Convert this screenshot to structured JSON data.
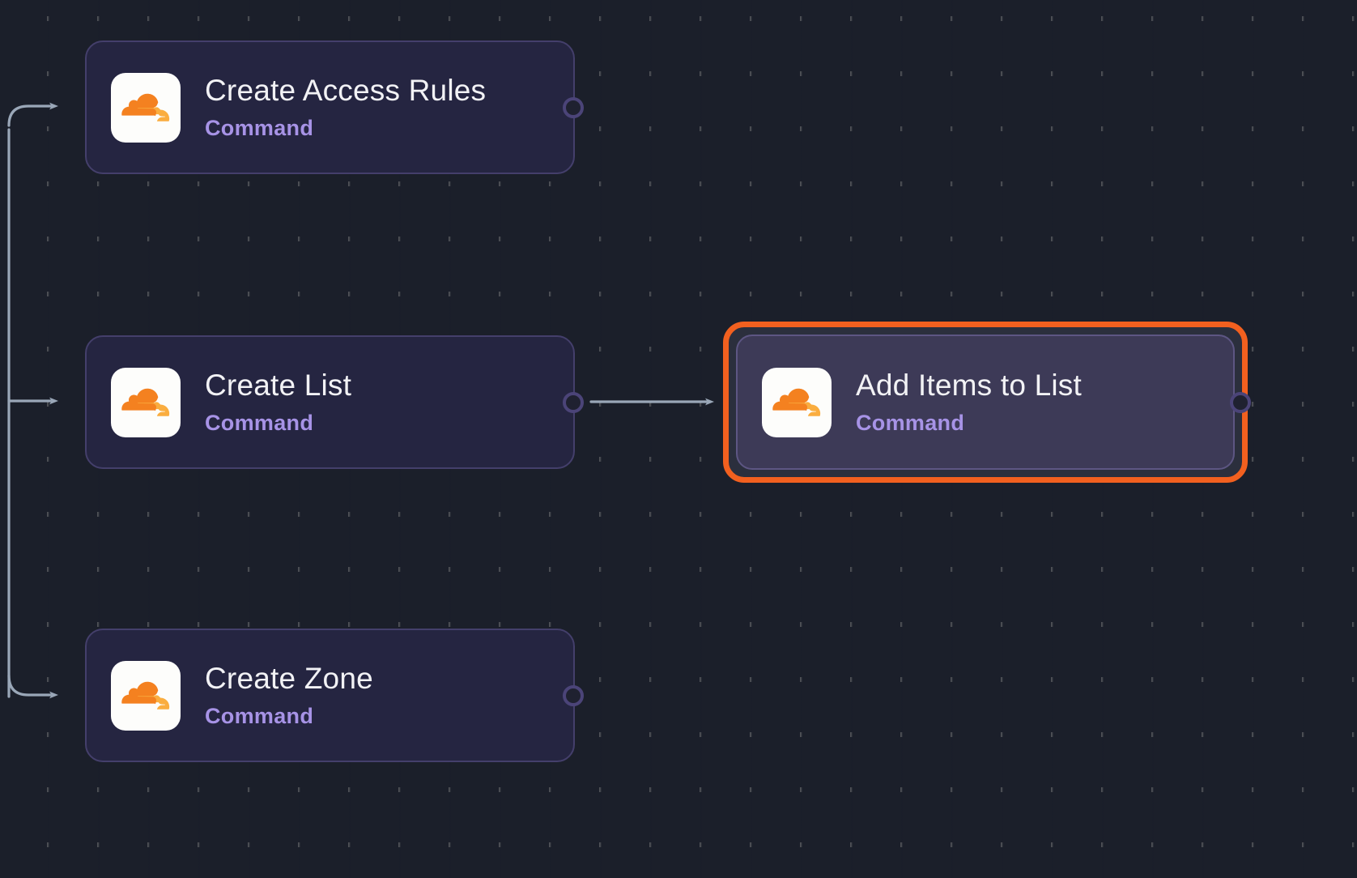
{
  "canvas": {
    "background_color": "#1b1f2a",
    "grid": "dot-grid",
    "accent_selected_color": "#f2601f",
    "edge_color": "#9aa7b8",
    "node_background": "#252541",
    "node_border": "#443f6b",
    "node_selected_background": "#3d3a57",
    "subtitle_color": "#a793e6",
    "title_color": "#f2f2f5",
    "handle_border_color": "#4b4478",
    "brand_orange": "#f48120",
    "brand_amber": "#faad3f"
  },
  "nodes": [
    {
      "id": "create-access-rules",
      "title": "Create Access Rules",
      "subtitle": "Command",
      "icon": "cloudflare-icon",
      "selected": false
    },
    {
      "id": "create-list",
      "title": "Create List",
      "subtitle": "Command",
      "icon": "cloudflare-icon",
      "selected": false
    },
    {
      "id": "create-zone",
      "title": "Create Zone",
      "subtitle": "Command",
      "icon": "cloudflare-icon",
      "selected": false
    },
    {
      "id": "add-items-to-list",
      "title": "Add Items to List",
      "subtitle": "Command",
      "icon": "cloudflare-icon",
      "selected": true
    }
  ],
  "edges": [
    {
      "id": "trunk-to-create-access-rules",
      "from": "trunk",
      "to": "create-access-rules",
      "arrow": true
    },
    {
      "id": "trunk-to-create-list",
      "from": "trunk",
      "to": "create-list",
      "arrow": true
    },
    {
      "id": "trunk-to-create-zone",
      "from": "trunk",
      "to": "create-zone",
      "arrow": true
    },
    {
      "id": "create-list-to-add-items-to-list",
      "from": "create-list",
      "to": "add-items-to-list",
      "arrow": true
    }
  ]
}
